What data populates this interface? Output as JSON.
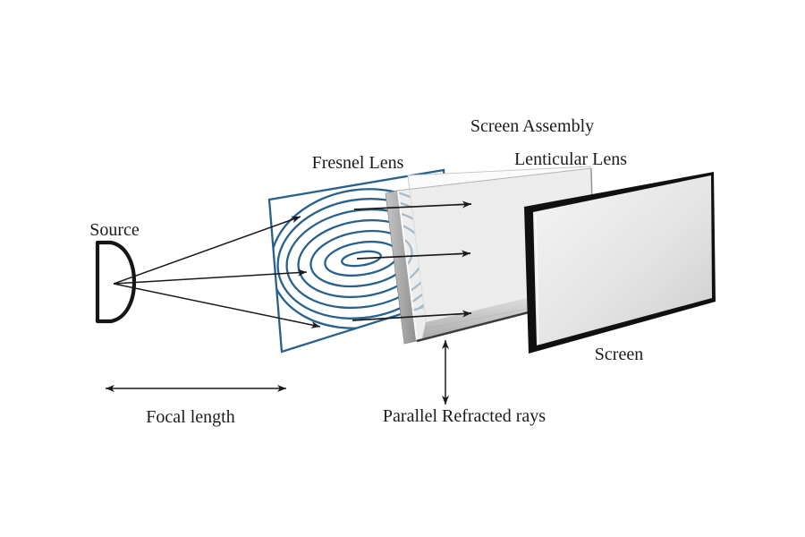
{
  "labels": {
    "source": "Source",
    "fresnel_lens": "Fresnel Lens",
    "screen_assembly": "Screen Assembly",
    "lenticular_lens": "Lenticular Lens",
    "screen": "Screen",
    "focal_length": "Focal length",
    "parallel_refracted_rays": "Parallel Refracted rays"
  },
  "colors": {
    "background": "#ffffff",
    "text": "#1b1b1b",
    "line": "#1a1a1a",
    "fresnel_blue": "#27618c",
    "panel_face": "#e4e4e4",
    "panel_side": "#a6a6a6",
    "panel_bottom_edge": "#3a3a3a",
    "screen_border": "#101010",
    "screen_face_light": "#f5f5f5",
    "screen_face_dark": "#cdcdcd"
  }
}
